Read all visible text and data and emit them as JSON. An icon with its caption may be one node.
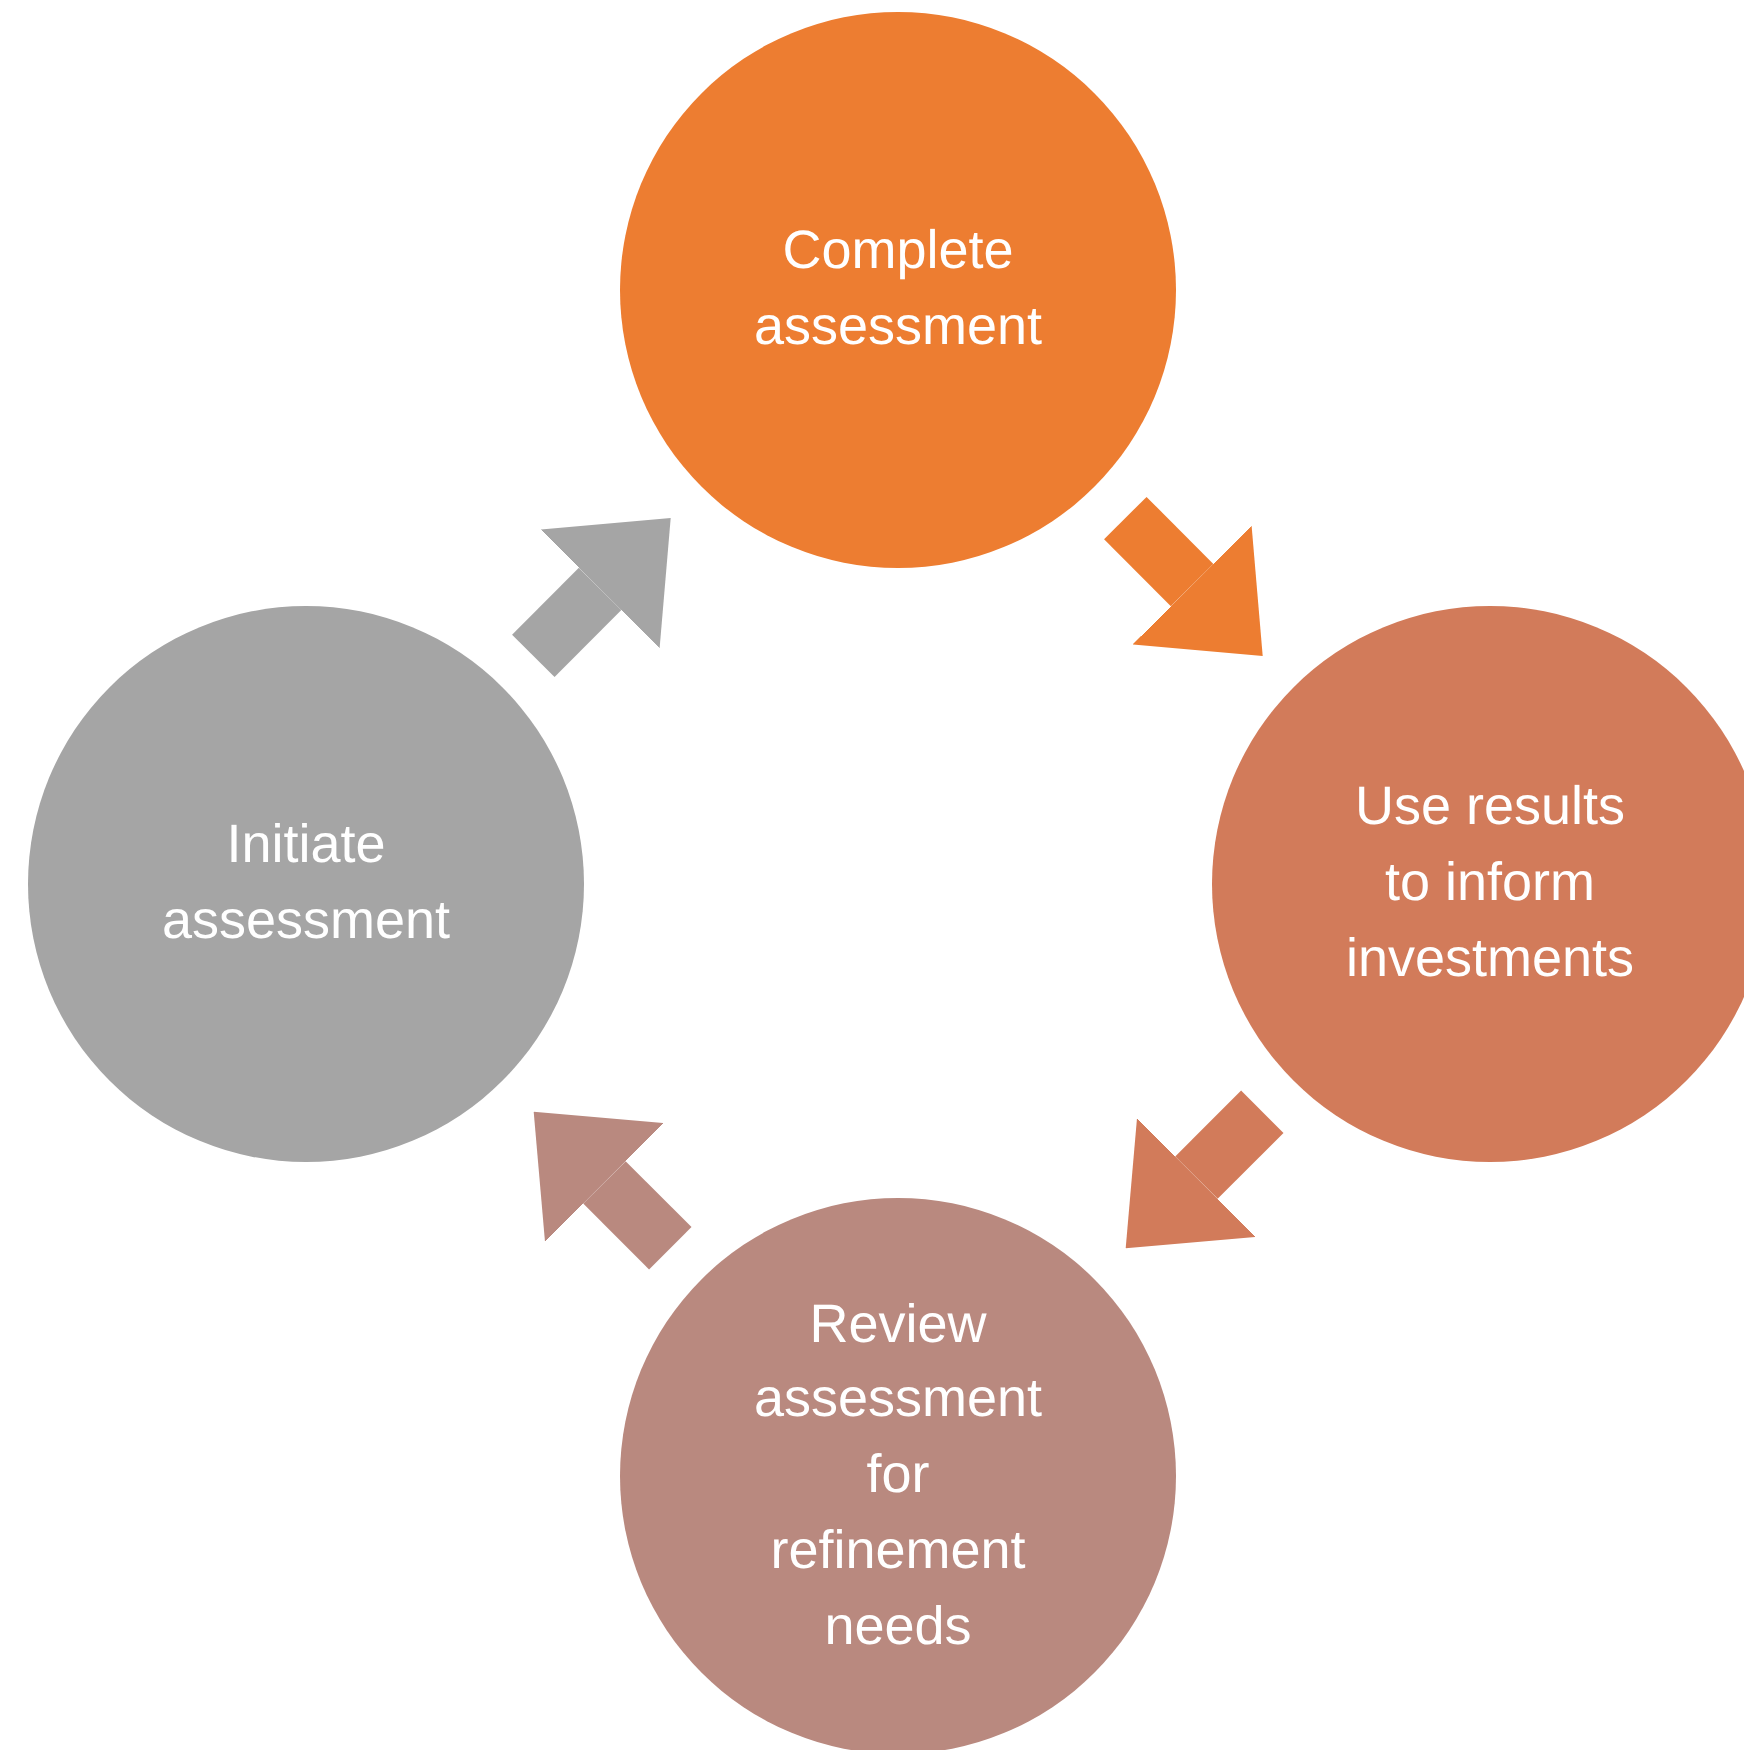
{
  "diagram": {
    "nodes": [
      {
        "text": [
          "Initiate assessment"
        ]
      },
      {
        "text": [
          "Complete assessment"
        ]
      },
      {
        "text": [
          "Use results to inform investments"
        ]
      },
      {
        "text": [
          "Review assessment for refinement needs"
        ]
      }
    ],
    "edges": [
      {
        "from": 0,
        "to": 1,
        "arrow": "to",
        "color": "#a5a5a5"
      },
      {
        "from": 1,
        "to": 2,
        "arrow": "to",
        "color": "#ed7d31"
      },
      {
        "from": 2,
        "to": 3,
        "arrow": "to",
        "color": "#d27b5a"
      },
      {
        "from": 3,
        "to": 0,
        "arrow": "to",
        "color": "#b9897f"
      }
    ]
  }
}
